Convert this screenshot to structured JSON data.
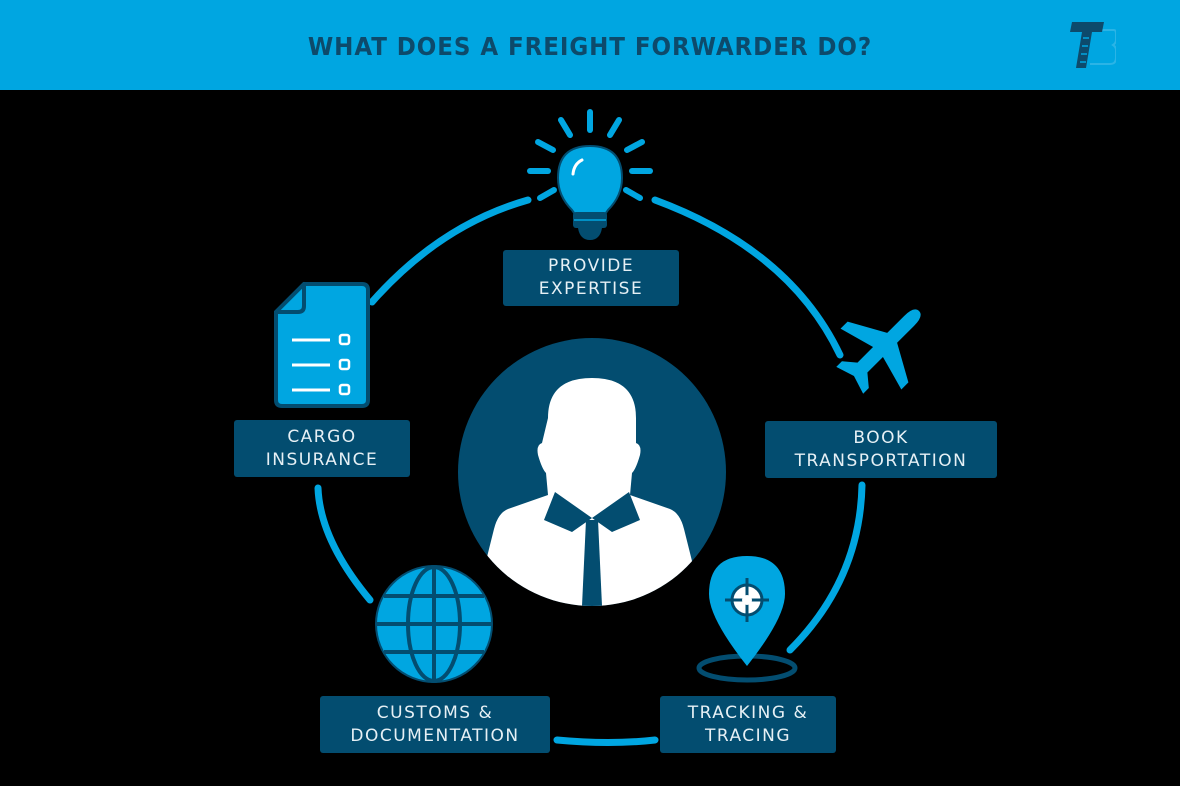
{
  "header": {
    "title": "WHAT DOES A FREIGHT FORWARDER DO?",
    "logo": "tb-logo",
    "background_color": "#00a6e1",
    "title_color": "#0d4a6b"
  },
  "center": {
    "icon": "person-silhouette-icon",
    "circle_color": "#034d70"
  },
  "colors": {
    "accent": "#00a6e1",
    "label_bg": "#034d70",
    "label_text": "#e6f0f5",
    "background": "#000000"
  },
  "steps": [
    {
      "icon": "lightbulb-icon",
      "line1": "PROVIDE",
      "line2": "EXPERTISE"
    },
    {
      "icon": "airplane-icon",
      "line1": "BOOK",
      "line2": "TRANSPORTATION"
    },
    {
      "icon": "location-pin-icon",
      "line1": "TRACKING &",
      "line2": "TRACING"
    },
    {
      "icon": "globe-icon",
      "line1": "CUSTOMS &",
      "line2": "DOCUMENTATION"
    },
    {
      "icon": "document-checklist-icon",
      "line1": "CARGO",
      "line2": "INSURANCE"
    }
  ]
}
